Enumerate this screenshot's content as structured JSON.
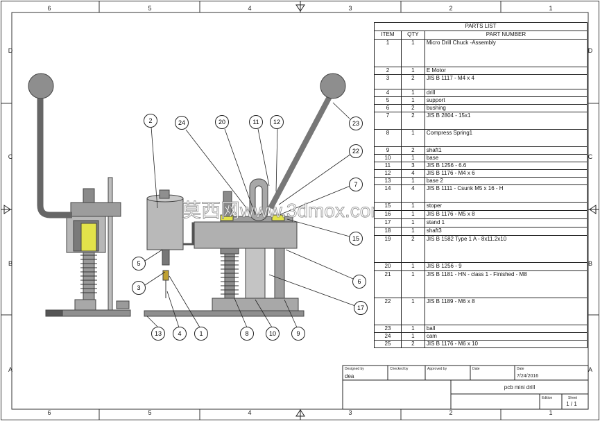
{
  "border": {
    "top_zone_numbers": [
      "6",
      "5",
      "4",
      "3",
      "2",
      "1"
    ],
    "bottom_zone_numbers": [
      "6",
      "5",
      "4",
      "3",
      "2",
      "1"
    ],
    "left_zone_letters": [
      "D",
      "C",
      "B",
      "A"
    ],
    "right_zone_letters": [
      "D",
      "C",
      "B",
      "A"
    ]
  },
  "parts_list": {
    "title": "PARTS LIST",
    "headers": {
      "item": "ITEM",
      "qty": "QTY",
      "part_number": "PART NUMBER"
    },
    "rows": [
      {
        "item": "1",
        "qty": "1",
        "part": "Micro Drill Chuck -Assembly"
      },
      {
        "item": "2",
        "qty": "1",
        "part": "E Motor"
      },
      {
        "item": "3",
        "qty": "2",
        "part": "JIS B 1117 - M4 x 4"
      },
      {
        "item": "4",
        "qty": "1",
        "part": "drill"
      },
      {
        "item": "5",
        "qty": "1",
        "part": "support"
      },
      {
        "item": "6",
        "qty": "2",
        "part": "bushing"
      },
      {
        "item": "7",
        "qty": "2",
        "part": "JIS B 2804 - 15x1"
      },
      {
        "item": "8",
        "qty": "1",
        "part": "Compress Spring1"
      },
      {
        "item": "9",
        "qty": "2",
        "part": "shaft1"
      },
      {
        "item": "10",
        "qty": "1",
        "part": "base"
      },
      {
        "item": "11",
        "qty": "3",
        "part": "JIS B 1256 - 6.6"
      },
      {
        "item": "12",
        "qty": "4",
        "part": "JIS B 1176 - M4 x 6"
      },
      {
        "item": "13",
        "qty": "1",
        "part": "base 2"
      },
      {
        "item": "14",
        "qty": "4",
        "part": "JIS B 1111 - Csunk M5 x 16 - H"
      },
      {
        "item": "15",
        "qty": "1",
        "part": "stoper"
      },
      {
        "item": "16",
        "qty": "1",
        "part": "JIS B 1176 - M5 x 8"
      },
      {
        "item": "17",
        "qty": "1",
        "part": "stand 1"
      },
      {
        "item": "18",
        "qty": "1",
        "part": "shaft3"
      },
      {
        "item": "19",
        "qty": "2",
        "part": "JIS B 1582 Type 1 A - 8x11.2x10"
      },
      {
        "item": "20",
        "qty": "1",
        "part": "JIS B 1256 - 9"
      },
      {
        "item": "21",
        "qty": "1",
        "part": "JIS B 1181 - HN - class 1 - Finished - M8"
      },
      {
        "item": "22",
        "qty": "1",
        "part": "JIS B 1189 - M6 x 8"
      },
      {
        "item": "23",
        "qty": "1",
        "part": "ball"
      },
      {
        "item": "24",
        "qty": "1",
        "part": "cam"
      },
      {
        "item": "25",
        "qty": "2",
        "part": "JIS B 1176 - M6 x 10"
      }
    ]
  },
  "title_block": {
    "designed_by_label": "Designed by",
    "designed_by": "dea",
    "checked_by_label": "Checked by",
    "approved_by_label": "Approved by",
    "date_label_1": "Date",
    "date_label_2": "Date",
    "date": "7/24/2016",
    "title": "pcb mini drill",
    "edition_label": "Edition",
    "sheet_label": "Sheet",
    "sheet": "1 / 1"
  },
  "balloons": [
    "2",
    "24",
    "20",
    "11",
    "12",
    "23",
    "22",
    "7",
    "15",
    "6",
    "17",
    "5",
    "3",
    "13",
    "4",
    "1",
    "8",
    "10",
    "9"
  ],
  "watermark": "莫西网www.3dmox.com",
  "assembly_drawing": "[assembly drawing]"
}
